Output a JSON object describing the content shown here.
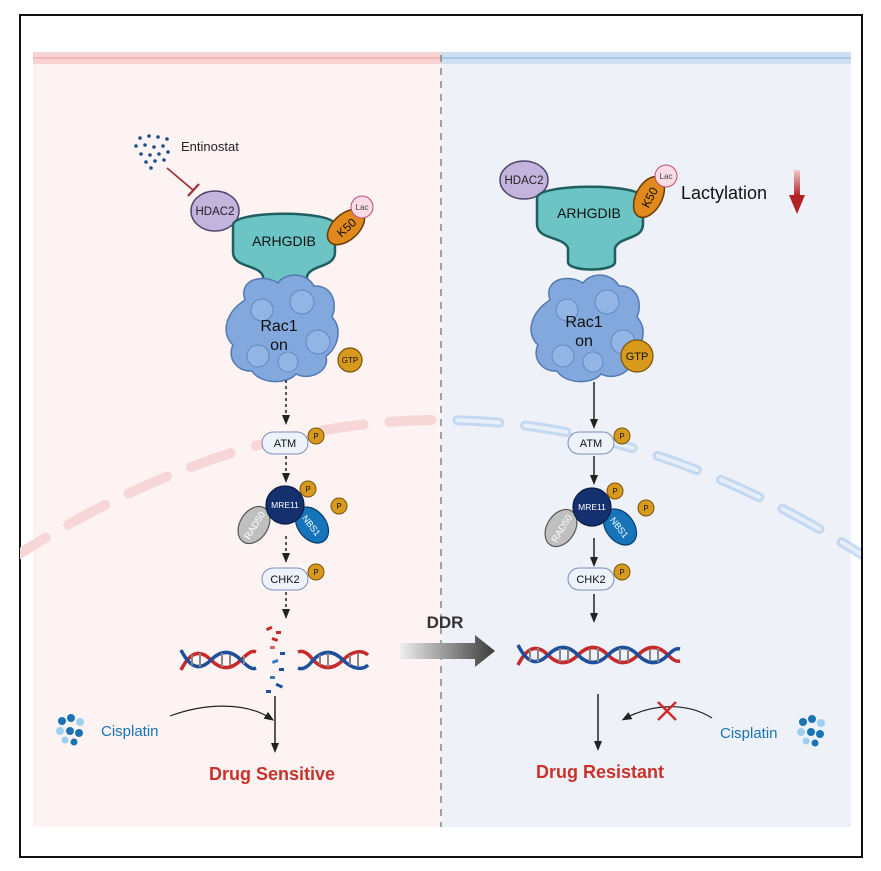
{
  "left": {
    "drug": "Entinostat",
    "hdac": "HDAC2",
    "arhgdib": "ARHGDIB",
    "k50": "K50",
    "lac": "Lac",
    "rac1_line1": "Rac1",
    "rac1_line2": "on",
    "gtp": "GTP",
    "atm": "ATM",
    "mre11": "MRE11",
    "rad50": "RAD50",
    "nbs1": "NBS1",
    "chk2": "CHK2",
    "p": "P",
    "cisplatin": "Cisplatin",
    "outcome": "Drug Sensitive"
  },
  "right": {
    "hdac": "HDAC2",
    "arhgdib": "ARHGDIB",
    "k50": "K50",
    "lac": "Lac",
    "lactylation": "Lactylation",
    "rac1_line1": "Rac1",
    "rac1_line2": "on",
    "gtp": "GTP",
    "atm": "ATM",
    "mre11": "MRE11",
    "rad50": "RAD50",
    "nbs1": "NBS1",
    "chk2": "CHK2",
    "p": "P",
    "cisplatin": "Cisplatin",
    "outcome": "Drug Resistant"
  },
  "center": {
    "ddr": "DDR"
  },
  "colors": {
    "teal": "#6cc4c5",
    "teal_stroke": "#1f5f5f",
    "purple": "#c3b4dd",
    "orange": "#e08a1e",
    "gold": "#d89a1c",
    "navy": "#14306e",
    "blue": "#1675b8",
    "gray": "#bfbfbf",
    "red_text": "#c8322b",
    "cis_blue": "#1a73b5"
  }
}
